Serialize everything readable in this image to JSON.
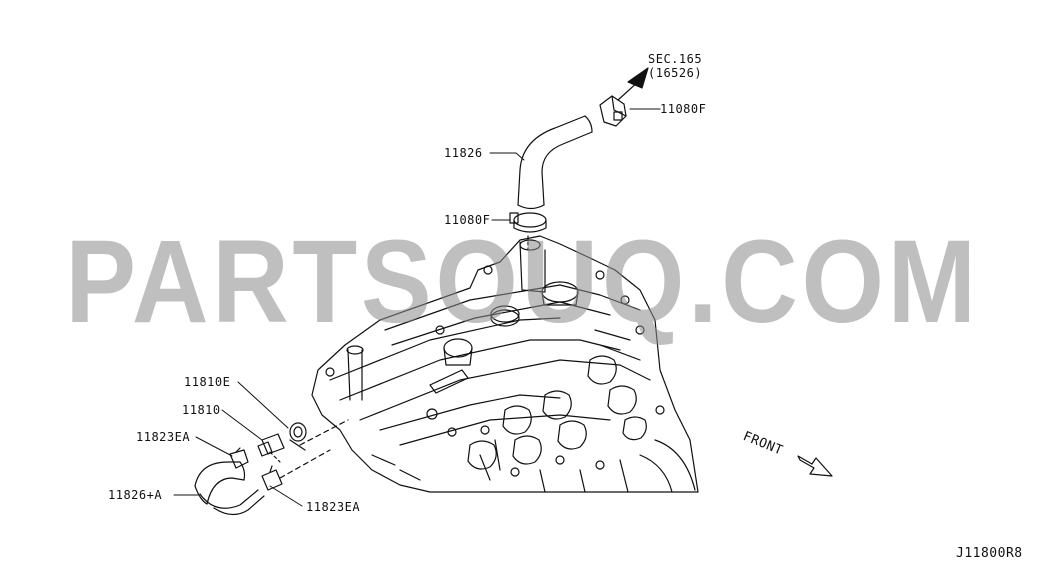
{
  "watermark": "PARTSOUQ.COM",
  "diagram_code": "J11800R8",
  "front_label": "FRONT",
  "callouts": {
    "sec_ref": "SEC.165",
    "sec_sub": "(16526)",
    "clamp_top": "11080F",
    "hose_top": "11826",
    "clamp_mid": "11080F",
    "part_11810e": "11810E",
    "part_11810": "11810",
    "clamp_ea_left": "11823EA",
    "hose_bottom": "11826+A",
    "clamp_ea_bottom": "11823EA"
  },
  "colors": {
    "line": "#111111",
    "watermark": "#8c8c8c",
    "background": "#ffffff"
  }
}
